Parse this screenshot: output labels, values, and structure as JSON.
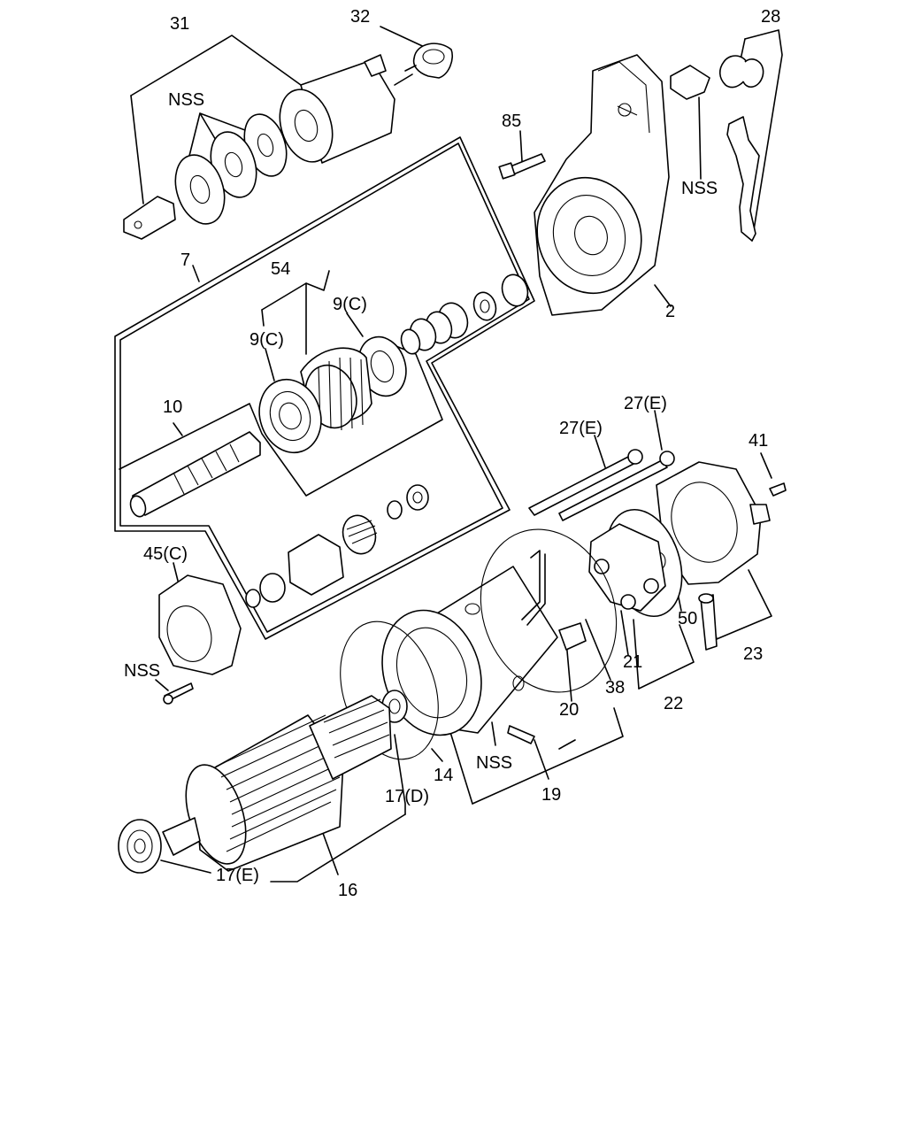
{
  "diagram": {
    "labels": {
      "p31": "31",
      "p32": "32",
      "p28": "28",
      "p85": "85",
      "nss_solenoid": "NSS",
      "nss_bracket": "NSS",
      "p7": "7",
      "p54": "54",
      "p9c_right": "9(C)",
      "p9c_left": "9(C)",
      "p2": "2",
      "p10": "10",
      "p27e_top": "27(E)",
      "p27e_mid": "27(E)",
      "p41": "41",
      "p45c": "45(C)",
      "nss_housing": "NSS",
      "p50": "50",
      "p23": "23",
      "p21": "21",
      "p38": "38",
      "p22": "22",
      "p20": "20",
      "p14": "14",
      "p17d": "17(D)",
      "nss_yoke": "NSS",
      "p19": "19",
      "p17e": "17(E)",
      "p16": "16"
    }
  }
}
